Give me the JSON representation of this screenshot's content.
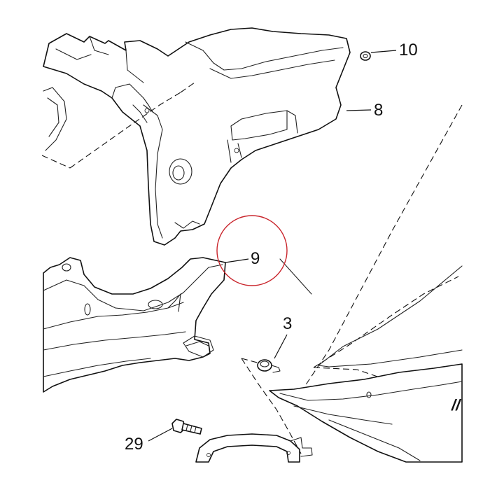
{
  "diagram": {
    "callouts": [
      {
        "id": "10",
        "label": "10"
      },
      {
        "id": "8",
        "label": "8"
      },
      {
        "id": "9",
        "label": "9"
      },
      {
        "id": "3",
        "label": "3"
      },
      {
        "id": "29",
        "label": "29"
      }
    ],
    "highlighted_callout": "9",
    "highlight_color": "#c9252c",
    "line_color": "#111111",
    "background": "#ffffff"
  }
}
